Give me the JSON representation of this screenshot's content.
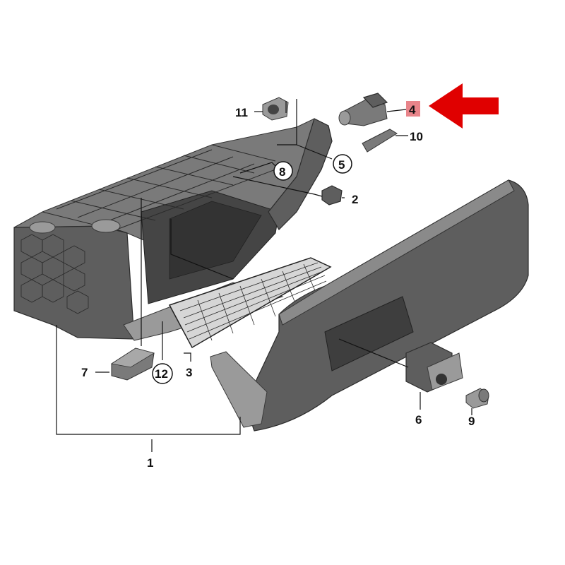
{
  "diagram": {
    "callouts": [
      {
        "id": "1",
        "text": "1",
        "circled": false
      },
      {
        "id": "2",
        "text": "2",
        "circled": false
      },
      {
        "id": "3",
        "text": "3",
        "circled": false
      },
      {
        "id": "4",
        "text": "4",
        "circled": false,
        "highlighted": true
      },
      {
        "id": "5",
        "text": "5",
        "circled": true
      },
      {
        "id": "6",
        "text": "6",
        "circled": false
      },
      {
        "id": "7",
        "text": "7",
        "circled": false
      },
      {
        "id": "8",
        "text": "8",
        "circled": true
      },
      {
        "id": "9",
        "text": "9",
        "circled": false
      },
      {
        "id": "10",
        "text": "10",
        "circled": false
      },
      {
        "id": "11",
        "text": "11",
        "circled": false
      },
      {
        "id": "12",
        "text": "12",
        "circled": true
      }
    ],
    "colors": {
      "highlight_box": "#e8848a",
      "arrow": "#e00000",
      "part_dark": "#5e5e5e",
      "part_light": "#9a9a9a"
    },
    "icons": [
      "red-arrow-icon"
    ]
  }
}
